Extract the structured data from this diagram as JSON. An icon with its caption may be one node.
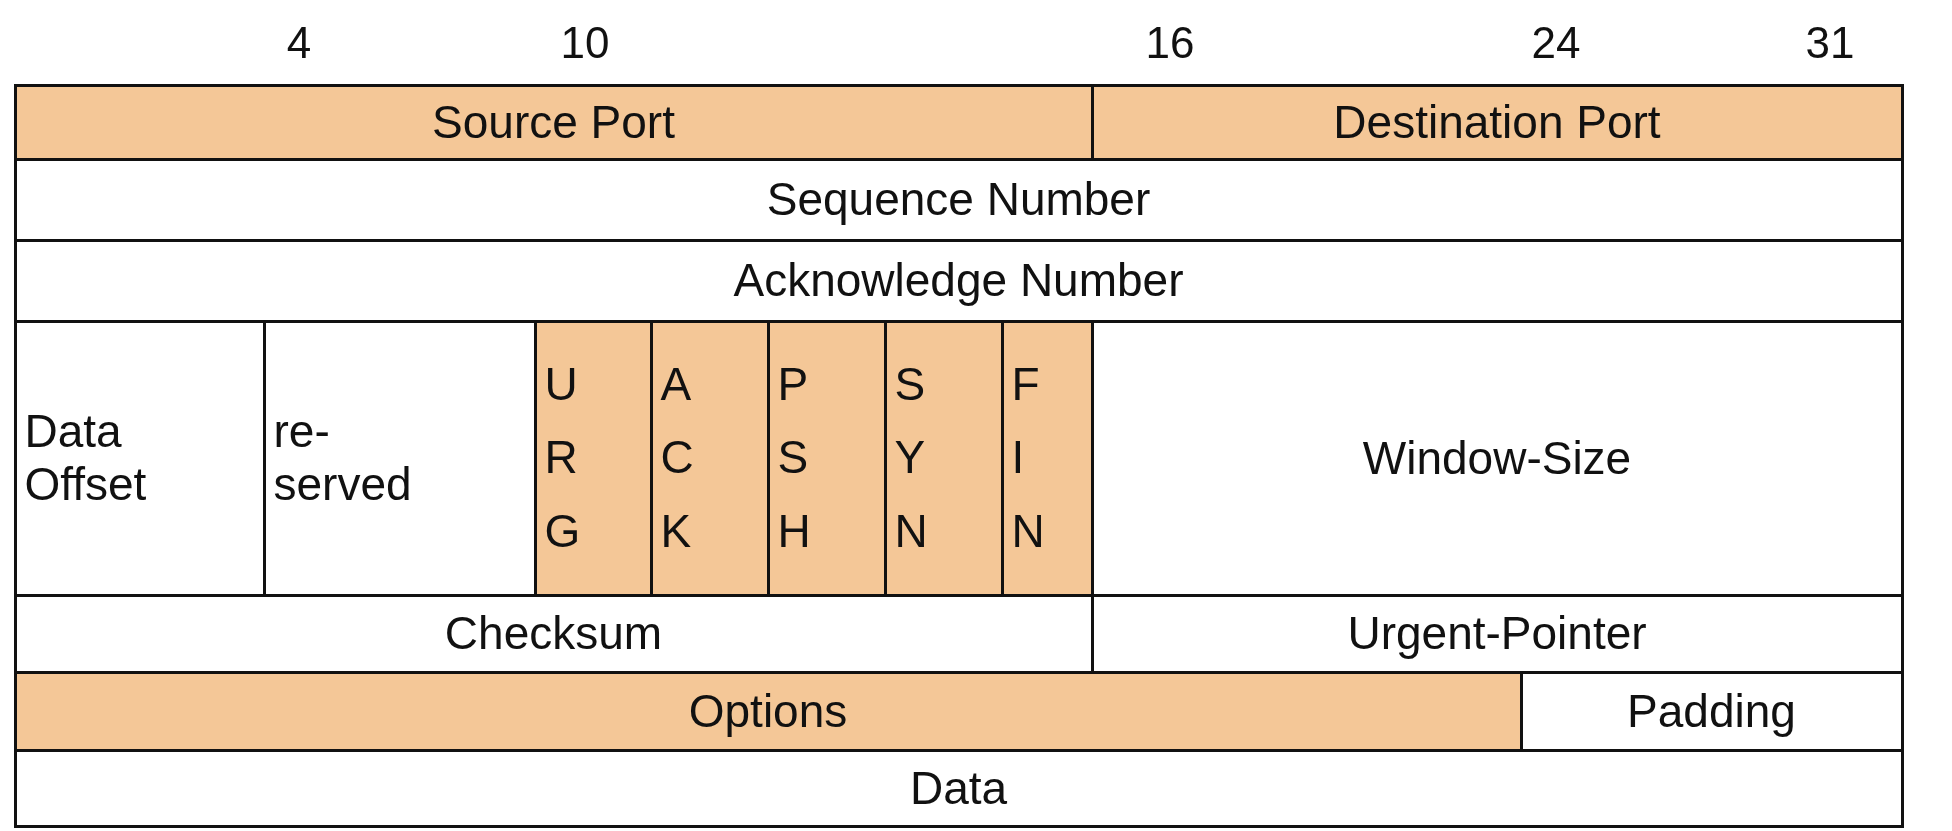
{
  "diagram": {
    "nodes": [
      {
        "text": [
          "Source Port"
        ]
      },
      {
        "text": [
          "Destination Port"
        ]
      },
      {
        "text": [
          "Sequence Number"
        ]
      },
      {
        "text": [
          "Acknowledge Number"
        ]
      },
      {
        "text": [
          "Data Offset"
        ]
      },
      {
        "text": [
          "re- served"
        ]
      },
      {
        "text": [
          "URG"
        ]
      },
      {
        "text": [
          "ACK"
        ]
      },
      {
        "text": [
          "PSH"
        ]
      },
      {
        "text": [
          "SYN"
        ]
      },
      {
        "text": [
          "FIN"
        ]
      },
      {
        "text": [
          "Window-Size"
        ]
      },
      {
        "text": [
          "Checksum"
        ]
      },
      {
        "text": [
          "Urgent-Pointer"
        ]
      },
      {
        "text": [
          "Options"
        ]
      },
      {
        "text": [
          "Padding"
        ]
      },
      {
        "text": [
          "Data"
        ]
      }
    ],
    "labels": [
      "4",
      "10",
      "16",
      "24",
      "31"
    ]
  }
}
